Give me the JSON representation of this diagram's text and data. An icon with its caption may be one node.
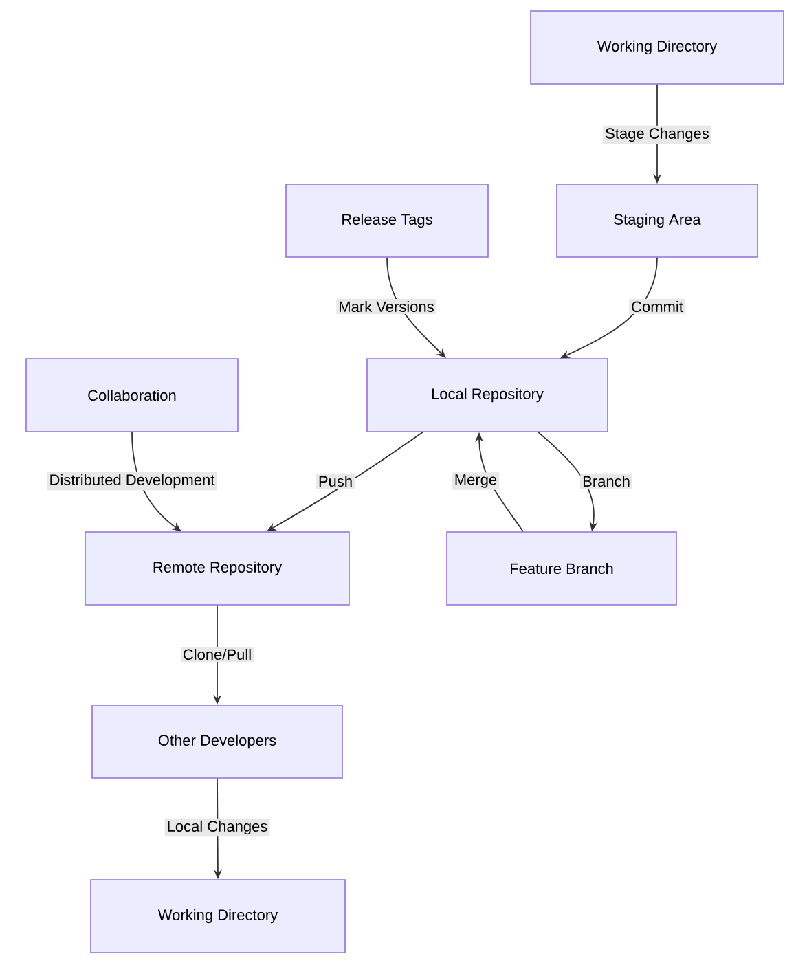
{
  "diagram": {
    "nodes": [
      {
        "text": [
          "Working Directory"
        ]
      },
      {
        "text": [
          "Staging Area"
        ]
      },
      {
        "text": [
          "Release Tags"
        ]
      },
      {
        "text": [
          "Local Repository"
        ]
      },
      {
        "text": [
          "Collaboration"
        ]
      },
      {
        "text": [
          "Remote Repository"
        ]
      },
      {
        "text": [
          "Feature Branch"
        ]
      },
      {
        "text": [
          "Other Developers"
        ]
      },
      {
        "text": [
          "Working Directory"
        ]
      }
    ],
    "edges": [
      {
        "from": 0,
        "to": 1,
        "arrow": "to",
        "label": "Stage Changes"
      },
      {
        "from": 1,
        "to": 3,
        "arrow": "to",
        "label": "Commit"
      },
      {
        "from": 2,
        "to": 3,
        "arrow": "to",
        "label": "Mark Versions"
      },
      {
        "from": 4,
        "to": 5,
        "arrow": "to",
        "label": "Distributed Development"
      },
      {
        "from": 3,
        "to": 5,
        "arrow": "to",
        "label": "Push"
      },
      {
        "from": 3,
        "to": 6,
        "arrow": "to",
        "label": "Branch"
      },
      {
        "from": 6,
        "to": 3,
        "arrow": "to",
        "label": "Merge"
      },
      {
        "from": 5,
        "to": 7,
        "arrow": "to",
        "label": "Clone/Pull"
      },
      {
        "from": 7,
        "to": 8,
        "arrow": "to",
        "label": "Local Changes"
      }
    ]
  }
}
